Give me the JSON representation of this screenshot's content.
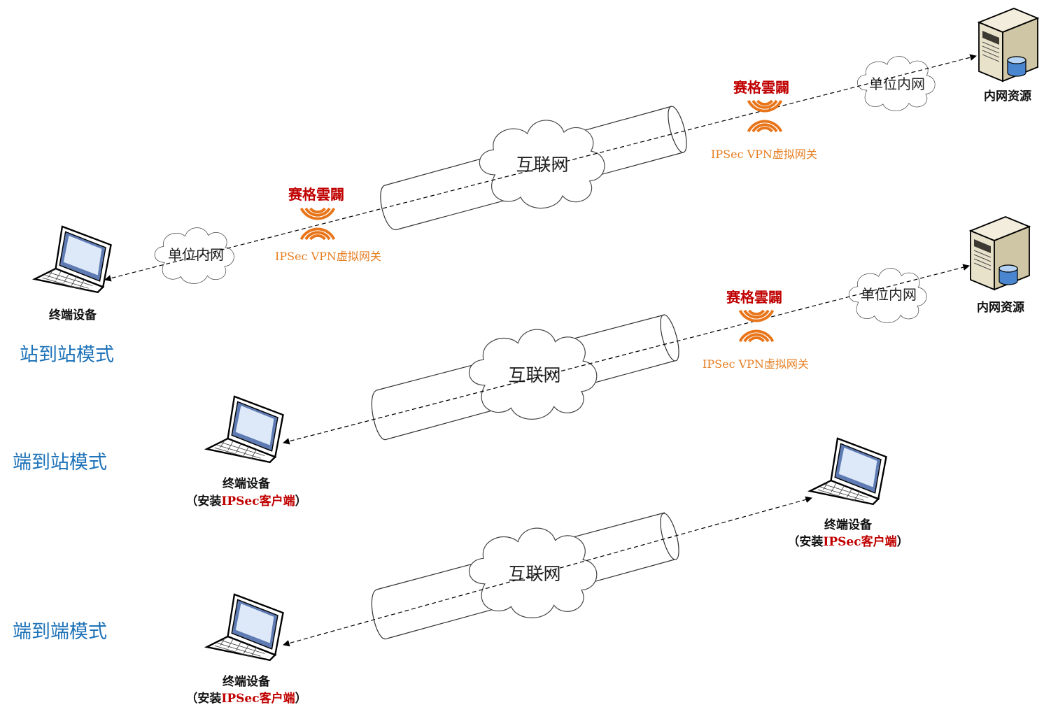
{
  "modes": {
    "site_to_site": "站到站模式",
    "client_to_site": "端到站模式",
    "client_to_client": "端到端模式"
  },
  "labels": {
    "internet": "互联网",
    "intranet": "单位内网",
    "brand": "赛格雲闢",
    "gateway": "IPSec VPN虚拟网关",
    "terminal": "终端设备",
    "resource": "内网资源",
    "client_open": "（安装",
    "client_name": "IPSec客户端",
    "client_close": "）"
  },
  "colors": {
    "mode_text": "#1d72b8",
    "brand_text": "#c00000",
    "gateway_text": "#e67e22",
    "logo_orange": "#e8751a"
  },
  "icons": [
    "laptop-icon",
    "server-icon",
    "cloud-icon",
    "tunnel-icon",
    "gateway-logo-icon"
  ]
}
